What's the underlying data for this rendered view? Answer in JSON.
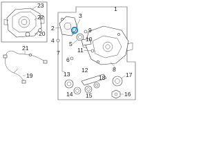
{
  "diagram": {
    "callouts": {
      "c1": "1",
      "c2": "2",
      "c3": "3",
      "c4": "4",
      "c5": "5",
      "c6": "6",
      "c7": "7",
      "c8": "8",
      "c9": "9",
      "c10": "10",
      "c11": "11",
      "c12": "12",
      "c13": "13",
      "c14": "14",
      "c15": "15",
      "c16": "16",
      "c17": "17",
      "c18": "18",
      "c19": "19",
      "c20": "20",
      "c21": "21",
      "c22": "22",
      "c23": "23"
    },
    "colors": {
      "highlight_part": "#1e8fc8",
      "line": "#333333",
      "background": "#ffffff"
    }
  }
}
